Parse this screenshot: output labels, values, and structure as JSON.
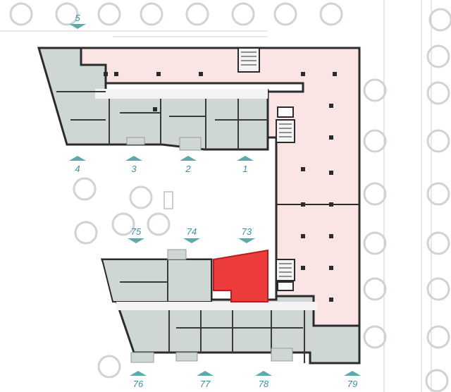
{
  "colors": {
    "background": "#ffffff",
    "unit_fill": "#cfd6d6",
    "commercial_fill": "#fbe4e4",
    "selected_fill": "#ee3b3b",
    "wall": "#2b2b2b",
    "label": "#3f8f9a",
    "marker": "#5ea9ae",
    "tree": "#cfd3d3"
  },
  "unit_labels": {
    "u5": "5",
    "u4": "4",
    "u3": "3",
    "u2": "2",
    "u1": "1",
    "u75": "75",
    "u74": "74",
    "u73": "73",
    "u76": "76",
    "u77": "77",
    "u78": "78",
    "u79": "79"
  },
  "selected_unit": "73",
  "icons": {
    "marker": "triangle-marker-icon",
    "tree": "tree-icon",
    "stairs": "stairs-icon"
  }
}
